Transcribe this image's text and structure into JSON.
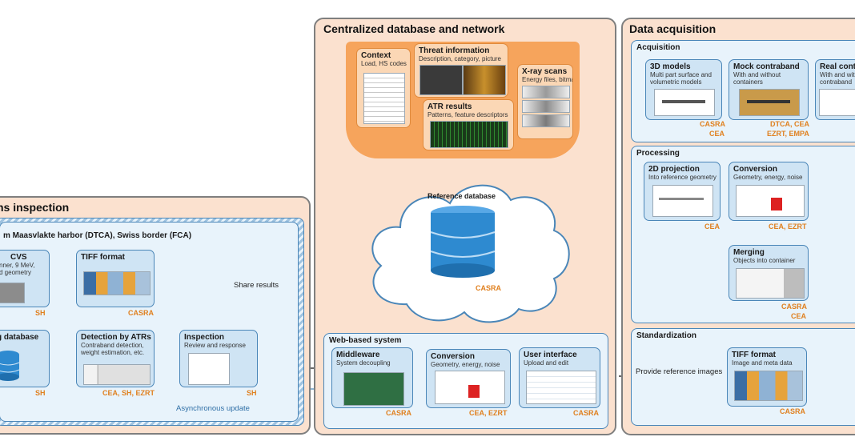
{
  "customs": {
    "title": "ns inspection",
    "subtitle": "m Maasvlakte harbor (DTCA), Swiss border (FCA)",
    "cards": {
      "cvs": {
        "title": "CVS",
        "desc": [
          "nner, 9 MeV,",
          "d geometry"
        ],
        "org": "SH"
      },
      "tiff": {
        "title": "TIFF format",
        "org": "CASRA"
      },
      "gdb": {
        "title": "g database",
        "org": "SH"
      },
      "detection": {
        "title": "Detection by ATRs",
        "desc": [
          "Contraband detection,",
          "weight estimation, etc."
        ],
        "org": "CEA, SH, EZRT"
      },
      "inspection": {
        "title": "Inspection",
        "desc": [
          "Review and response"
        ],
        "org": "SH"
      }
    },
    "share_results": "Share results",
    "async_update": "Asynchronous update"
  },
  "central": {
    "title": "Centralized database and network",
    "cards": {
      "context": {
        "title": "Context",
        "desc": "Load, HS codes"
      },
      "threat": {
        "title": "Threat information",
        "desc": "Description, category, picture"
      },
      "xray": {
        "title": "X-ray scans",
        "desc": "Energy files, bitmaps"
      },
      "atr": {
        "title": "ATR results",
        "desc": "Patterns, feature descriptors"
      }
    },
    "refdb": {
      "title": "Reference database",
      "org": "CASRA"
    },
    "web": {
      "title": "Web-based system",
      "middleware": {
        "title": "Middleware",
        "desc": "System decoupling",
        "org": "CASRA"
      },
      "conversion": {
        "title": "Conversion",
        "desc": "Geometry, energy, noise",
        "org": "CEA, EZRT"
      },
      "ui": {
        "title": "User interface",
        "desc": "Upload and edit",
        "org": "CASRA"
      }
    }
  },
  "acq": {
    "title": "Data acquisition",
    "acquisition": {
      "title": "Acquisition",
      "models3d": {
        "title": "3D models",
        "desc": [
          "Multi part surface and",
          "volumetric models"
        ],
        "org": [
          "CASRA",
          "CEA"
        ]
      },
      "mock": {
        "title": "Mock contraband",
        "desc": [
          "With and without",
          "containers"
        ],
        "org": [
          "DTCA, CEA",
          "EZRT, EMPA"
        ]
      },
      "real": {
        "title": "Real conta",
        "desc": [
          "With and with",
          "contraband"
        ]
      }
    },
    "processing": {
      "title": "Processing",
      "proj2d": {
        "title": "2D projection",
        "desc": "Into reference geometry",
        "org": "CEA"
      },
      "conversion": {
        "title": "Conversion",
        "desc": "Geometry, energy, noise",
        "org": "CEA, EZRT"
      },
      "merging": {
        "title": "Merging",
        "desc": "Objects into container",
        "org": [
          "CASRA",
          "CEA"
        ]
      }
    },
    "standardization": {
      "title": "Standardization",
      "tiff": {
        "title": "TIFF format",
        "desc": "Image and meta data",
        "org": "CASRA"
      }
    },
    "provide_ref": "Provide reference images"
  },
  "colors": {
    "panel": "#fbe1cf",
    "sub_panel": "#e8f3fb",
    "card_blue": "#cfe4f4",
    "card_orange": "#fbd7b5",
    "accent": "#e0801f",
    "line_blue": "#4a86b8"
  }
}
